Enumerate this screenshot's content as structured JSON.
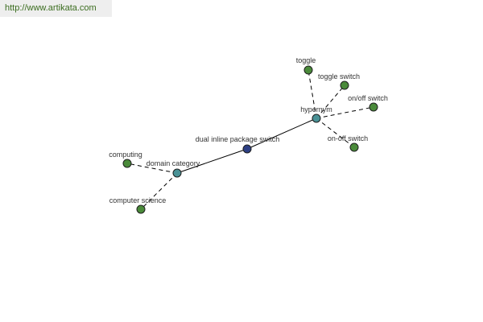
{
  "header": {
    "url_text": "http://www.artikata.com"
  },
  "colors": {
    "center_node": "#2d3f84",
    "hub_node": "#4a9296",
    "leaf_node": "#4a8a3a",
    "banner_bg": "#eeeeee",
    "banner_text": "#3b6d1f"
  },
  "graph": {
    "nodes": [
      {
        "id": "dual-inline-package-switch",
        "label": "dual inline package switch",
        "kind": "center"
      },
      {
        "id": "hypernym",
        "label": "hypernym",
        "kind": "hub"
      },
      {
        "id": "domain-category",
        "label": "domain category",
        "kind": "hub"
      },
      {
        "id": "toggle",
        "label": "toggle",
        "kind": "leaf"
      },
      {
        "id": "toggle-switch",
        "label": "toggle switch",
        "kind": "leaf"
      },
      {
        "id": "on-off-switch-slash",
        "label": "on/off switch",
        "kind": "leaf"
      },
      {
        "id": "on-off-switch-dash",
        "label": "on-off switch",
        "kind": "leaf"
      },
      {
        "id": "computing",
        "label": "computing",
        "kind": "leaf"
      },
      {
        "id": "computer-science",
        "label": "computer science",
        "kind": "leaf"
      }
    ],
    "edges": [
      {
        "from": "domain-category",
        "to": "dual-inline-package-switch",
        "style": "solid"
      },
      {
        "from": "dual-inline-package-switch",
        "to": "hypernym",
        "style": "solid"
      },
      {
        "from": "hypernym",
        "to": "toggle",
        "style": "dashed"
      },
      {
        "from": "hypernym",
        "to": "toggle-switch",
        "style": "dashed"
      },
      {
        "from": "hypernym",
        "to": "on-off-switch-slash",
        "style": "dashed"
      },
      {
        "from": "hypernym",
        "to": "on-off-switch-dash",
        "style": "dashed"
      },
      {
        "from": "domain-category",
        "to": "computing",
        "style": "dashed"
      },
      {
        "from": "domain-category",
        "to": "computer-science",
        "style": "dashed"
      }
    ]
  }
}
